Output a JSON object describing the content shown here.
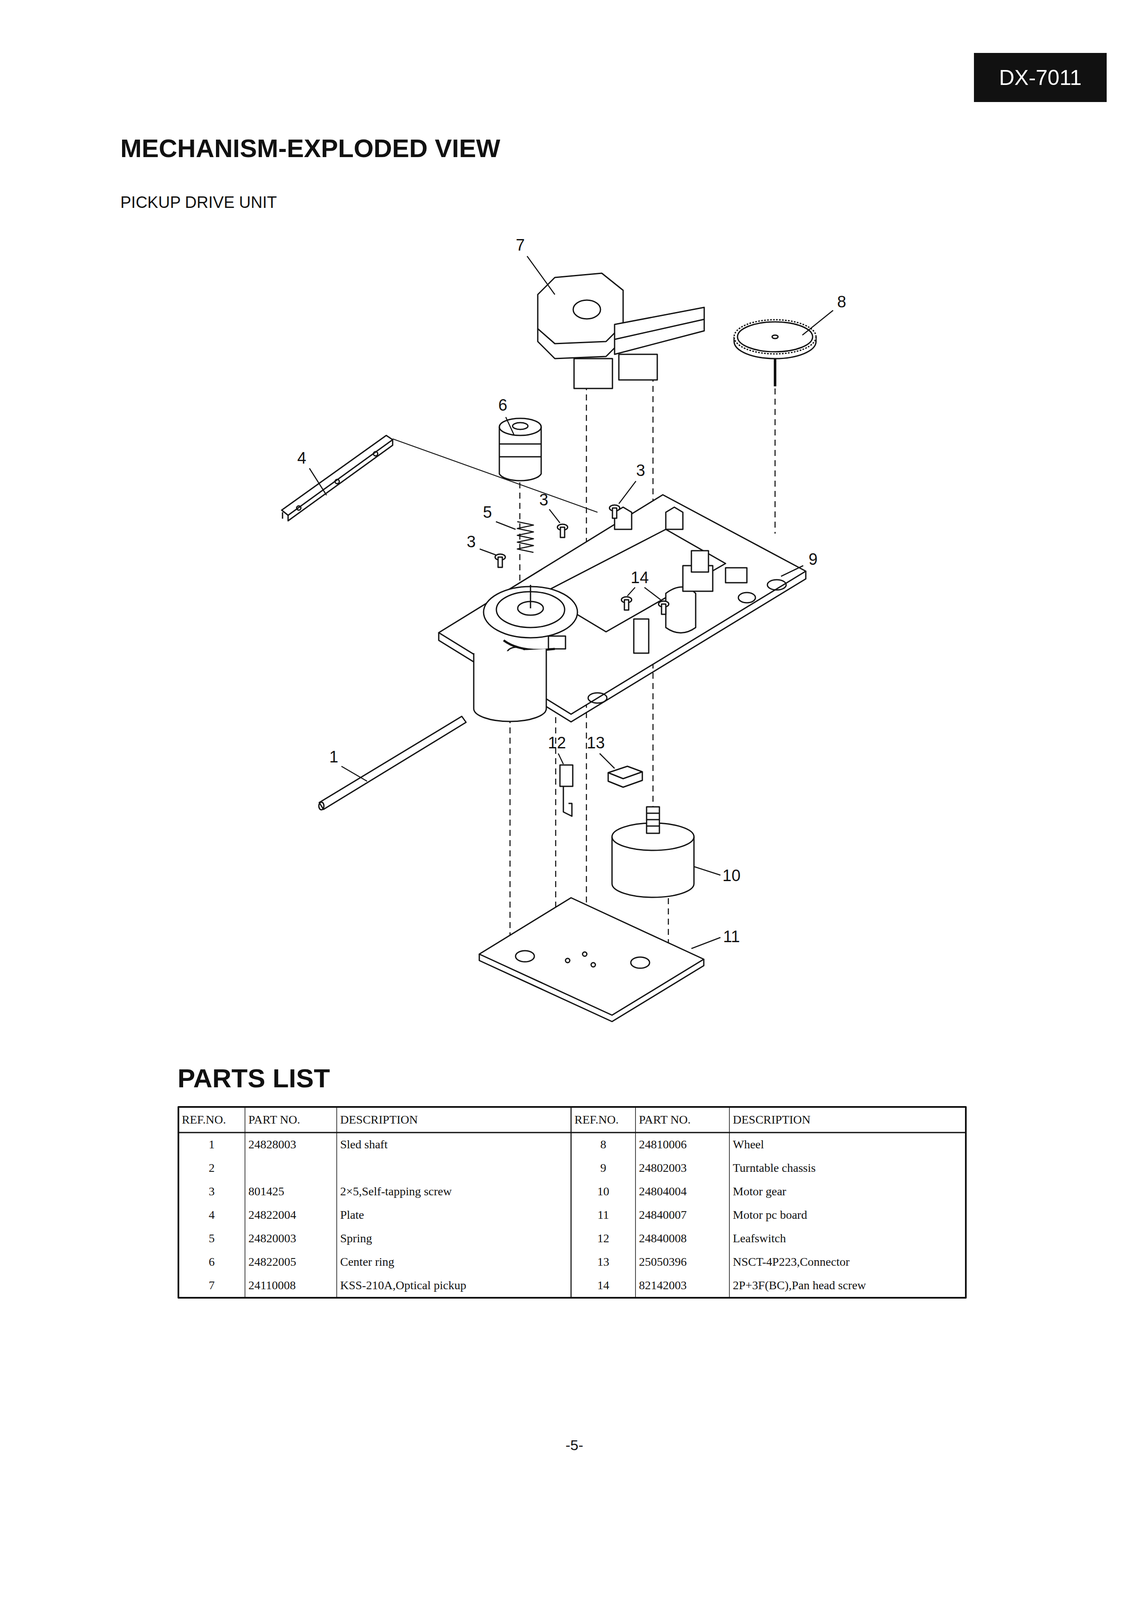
{
  "diagram": {
    "title": "MECHANISM-EXPLODED VIEW",
    "nodes": [
      {
        "text": [
          "DX-7011"
        ]
      }
    ],
    "labels": [
      "PICKUP DRIVE UNIT",
      "7",
      "8",
      "6",
      "4",
      "3",
      "3",
      "5",
      "3",
      "9",
      "14",
      "1",
      "12",
      "13",
      "10",
      "11",
      "PARTS LIST",
      "REF.NO.",
      "PART NO.",
      "DESCRIPTION",
      "REF.NO.",
      "PART NO.",
      "DESCRIPTION",
      "1",
      "24828003",
      "Sled shaft",
      "8",
      "24810006",
      "Wheel",
      "2",
      "9",
      "24802003",
      "Turntable chassis",
      "3",
      "801425",
      "2×5,Self-tapping screw",
      "10",
      "24804004",
      "Motor gear",
      "4",
      "24822004",
      "Plate",
      "11",
      "24840007",
      "Motor pc board",
      "5",
      "24820003",
      "Spring",
      "12",
      "24840008",
      "Leafswitch",
      "6",
      "24822005",
      "Center ring",
      "13",
      "25050396",
      "NSCT-4P223,Connector",
      "7",
      "24110008",
      "KSS-210A,Optical pickup",
      "14",
      "82142003",
      "2P+3F(BC),Pan head screw",
      "-5-"
    ]
  }
}
